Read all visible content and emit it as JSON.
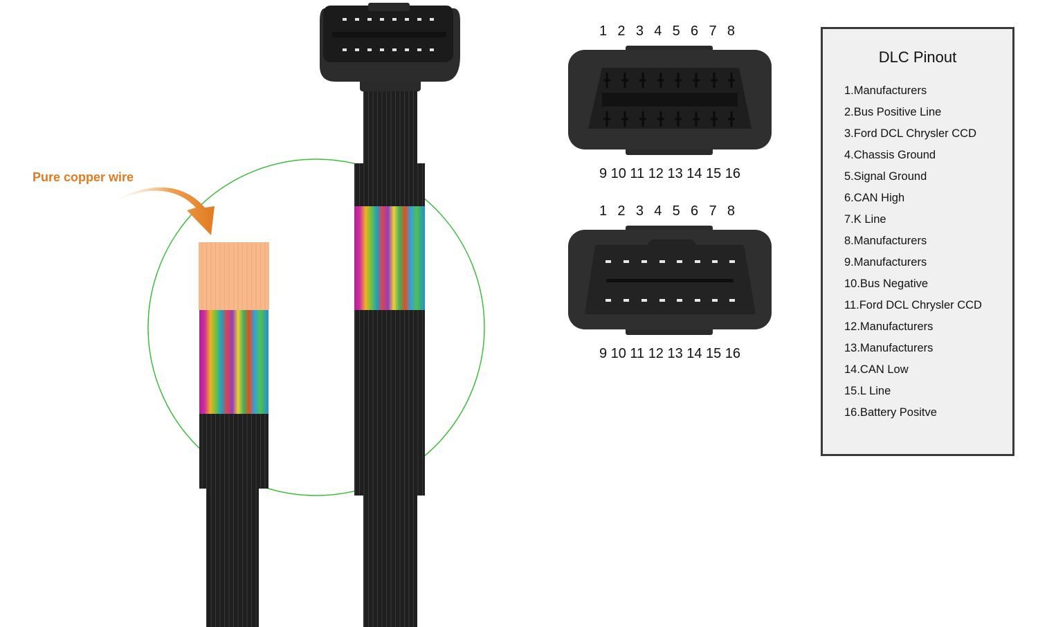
{
  "callout": {
    "text": "Pure copper wire"
  },
  "connector_female": {
    "top_pins": [
      "1",
      "2",
      "3",
      "4",
      "5",
      "6",
      "7",
      "8"
    ],
    "bottom_pins": [
      "9",
      "10",
      "11",
      "12",
      "13",
      "14",
      "15",
      "16"
    ]
  },
  "connector_male": {
    "top_pins": [
      "1",
      "2",
      "3",
      "4",
      "5",
      "6",
      "7",
      "8"
    ],
    "bottom_pins": [
      "9",
      "10",
      "11",
      "12",
      "13",
      "14",
      "15",
      "16"
    ]
  },
  "pinout": {
    "title": "DLC Pinout",
    "items": [
      "1.Manufacturers",
      "2.Bus Positive Line",
      "3.Ford DCL Chrysler CCD",
      "4.Chassis Ground",
      "5.Signal Ground",
      "6.CAN High",
      "7.K Line",
      "8.Manufacturers",
      "9.Manufacturers",
      "10.Bus Negative",
      "11.Ford DCL Chrysler CCD",
      "12.Manufacturers",
      "13.Manufacturers",
      "14.CAN Low",
      "15.L Line",
      "16.Battery Positve"
    ]
  },
  "colors": {
    "cable": "#1e1e1e",
    "connector": "#2b2b2b",
    "copper": "#f7b98c",
    "callout": "#e07b22",
    "magnifier_ring": "#3cbf3c"
  }
}
